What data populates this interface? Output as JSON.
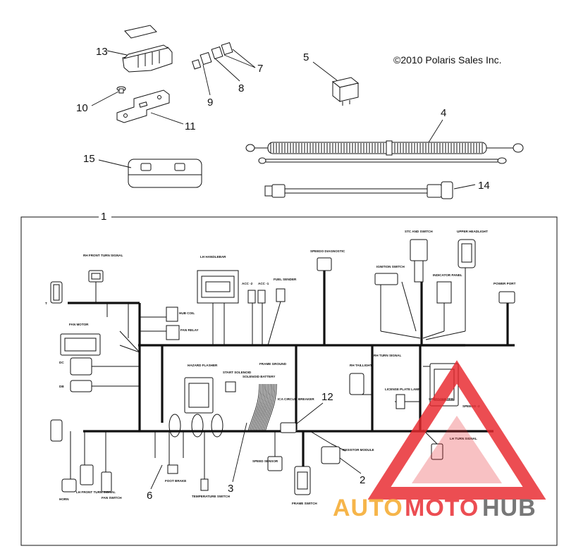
{
  "copyright": "©2010 Polaris Sales Inc.",
  "callouts": {
    "c1": "1",
    "c2": "2",
    "c3": "3",
    "c4": "4",
    "c5": "5",
    "c6": "6",
    "c7": "7",
    "c8": "8",
    "c9": "9",
    "c10": "10",
    "c11": "11",
    "c12": "12",
    "c13": "13",
    "c14": "14",
    "c15": "15"
  },
  "labels": {
    "rh_front_turn_signal": "RH FRONT TURN SIGNAL",
    "lh_handlebar": "LH HANDLEBAR",
    "speedo_diagnostic": "SPEEDO DIAGNOSTIC",
    "stc_and_switch": "STC AND SWITCH",
    "upper_headlight": "UPPER HEADLIGHT",
    "ignition_switch": "IGNITION SWITCH",
    "indicator_panel": "INDICATOR PANEL",
    "power_port": "POWER PORT",
    "fuel_sender": "FUEL SENDER",
    "acc2": "ACC -2",
    "acc1": "ACC -1",
    "hub_coil": "HUB COIL",
    "fan_relay": "FAN RELAY",
    "fan_motor": "FAN MOTOR",
    "hazard_flasher": "HAZARD FLASHER",
    "start_solenoid": "START SOLENOID",
    "solenoid_battery": "SOLENOID BATTERY",
    "frame_ground": "FRAME GROUND",
    "rh_taillight": "RH TAILLIGHT",
    "rh_turn_signal": "RH TURN SIGNAL",
    "license_plate_lamp": "LICENSE PLATE LAMP",
    "speedometer": "SPEEDOMETER",
    "speedo2": "SPEEDO -2",
    "ica_circuit_breaker": "ICA CIRCUIT BREAKER",
    "speed_sensor": "SPEED SENSOR",
    "resistor_module": "RESISTOR MODULE",
    "frame_switch": "FRAME SWITCH",
    "foot_brake": "FOOT BRAKE",
    "temperature_switch": "TEMPERATURE SWITCH",
    "lh_front_turn_signal": "LH FRONT TURN SIGNAL",
    "fan_switch": "FAN SWITCH",
    "horn": "HORN",
    "lh_turn_signal": "LH TURN SIGNAL",
    "side_t": "T",
    "side_dc": "DC",
    "side_db": "DB"
  },
  "watermark": {
    "part1": "AUTO",
    "part2": "MOTO",
    "part3": "HUB",
    "color_orange": "#f5a623",
    "color_red": "#e8272d",
    "color_gray": "#5a5a5a"
  }
}
